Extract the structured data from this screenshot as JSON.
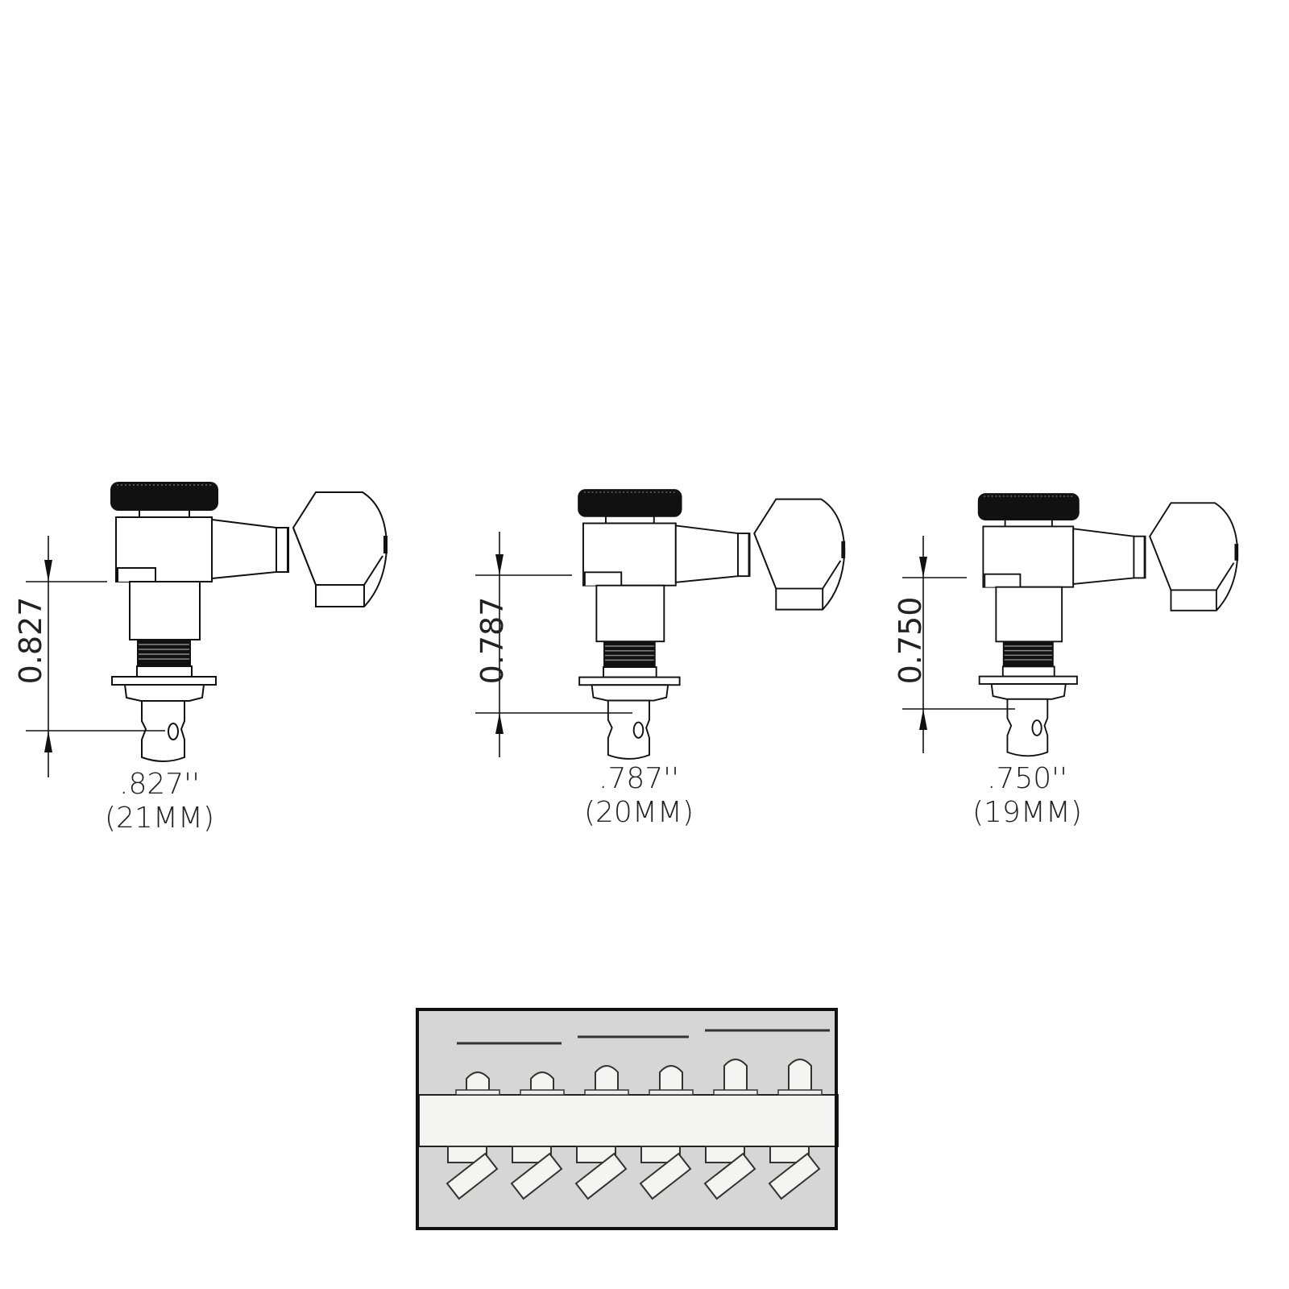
{
  "tuners": [
    {
      "dimension_value": "0.827",
      "inch_label": ".827''",
      "mm_label": "(21MM)"
    },
    {
      "dimension_value": "0.787",
      "inch_label": ".787''",
      "mm_label": "(20MM)"
    },
    {
      "dimension_value": "0.750",
      "inch_label": ".750''",
      "mm_label": "(19MM)"
    }
  ],
  "colors": {
    "line": "#111111",
    "panel_bg": "#d6d6d6",
    "band": "#f4f4f2"
  }
}
